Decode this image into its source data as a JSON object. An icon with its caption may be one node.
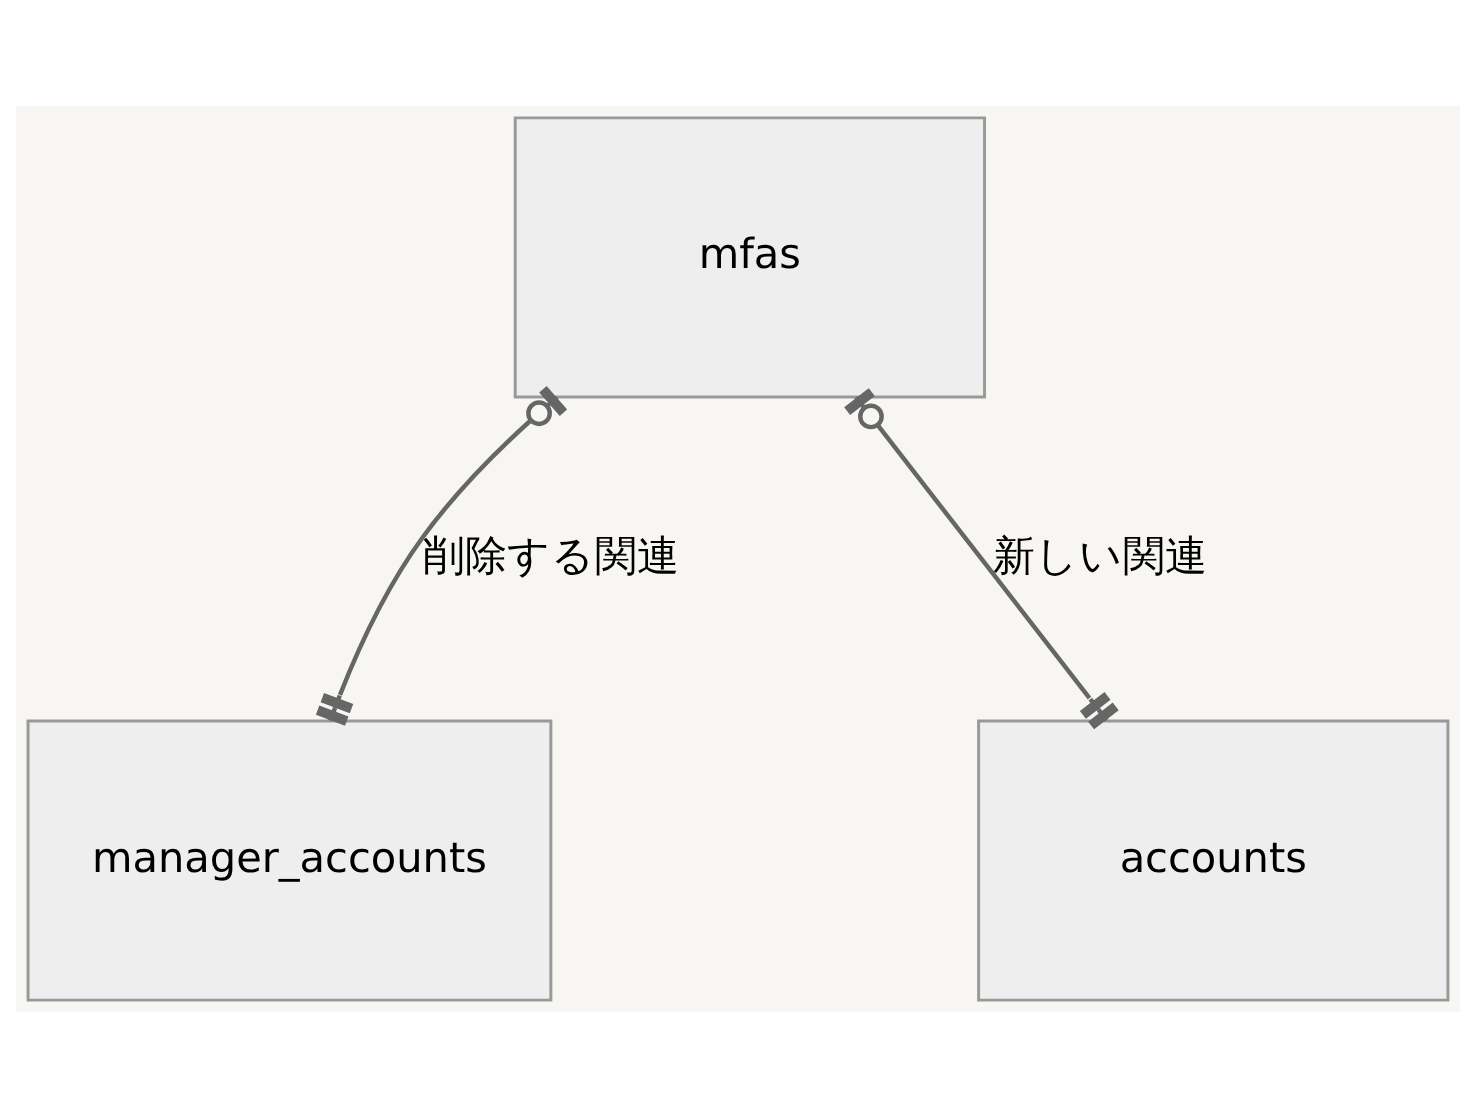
{
  "diagram": {
    "nodes": [
      {
        "text": [
          "mfas"
        ]
      },
      {
        "text": [
          "manager_accounts"
        ]
      },
      {
        "text": [
          "accounts"
        ]
      }
    ],
    "edges": [
      {
        "from": 0,
        "to": 1,
        "arrow": "other",
        "label": "削除する関連"
      },
      {
        "from": 0,
        "to": 2,
        "arrow": "other",
        "label": "新しい関連"
      }
    ]
  }
}
